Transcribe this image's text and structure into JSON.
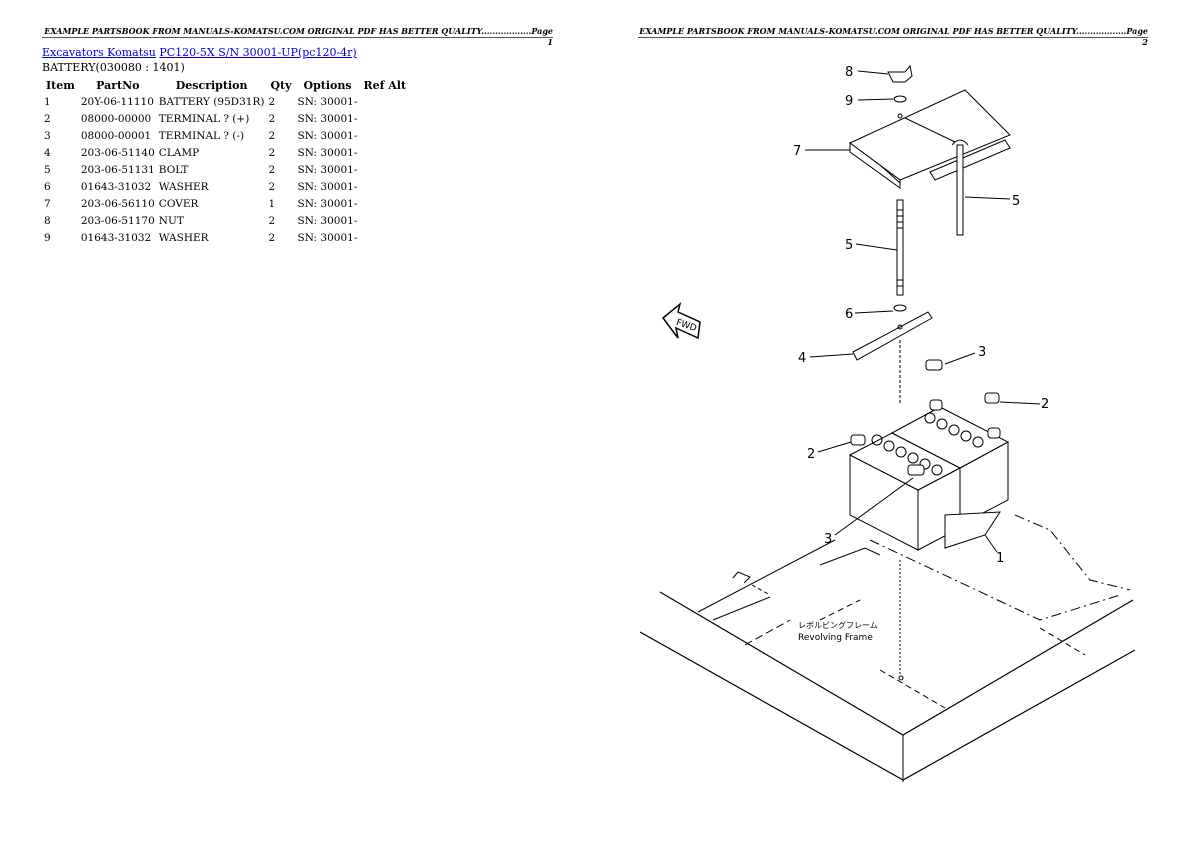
{
  "headers": {
    "left": "EXAMPLE PARTSBOOK FROM MANUALS-KOMATSU.COM ORIGINAL PDF HAS BETTER QUALITY..................Page 1",
    "right": "EXAMPLE PARTSBOOK FROM MANUALS-KOMATSU.COM ORIGINAL PDF HAS BETTER QUALITY..................Page 2"
  },
  "breadcrumb": {
    "link1": "Excavators Komatsu",
    "link2": "PC120-5X S/N 30001-UP(pc120-4r)"
  },
  "section_title": "BATTERY(030080 : 1401)",
  "table": {
    "columns": [
      "Item",
      "PartNo",
      "Description",
      "Qty",
      "Options",
      "Ref Alt"
    ],
    "rows": [
      {
        "item": "1",
        "part": "20Y-06-11110",
        "desc": "BATTERY (95D31R)",
        "qty": "2",
        "opt": "SN: 30001-",
        "ref": ""
      },
      {
        "item": "2",
        "part": "08000-00000",
        "desc": "TERMINAL ? (+)",
        "qty": "2",
        "opt": "SN: 30001-",
        "ref": ""
      },
      {
        "item": "3",
        "part": "08000-00001",
        "desc": "TERMINAL ? (-)",
        "qty": "2",
        "opt": "SN: 30001-",
        "ref": ""
      },
      {
        "item": "4",
        "part": "203-06-51140",
        "desc": "CLAMP",
        "qty": "2",
        "opt": "SN: 30001-",
        "ref": ""
      },
      {
        "item": "5",
        "part": "203-06-51131",
        "desc": "BOLT",
        "qty": "2",
        "opt": "SN: 30001-",
        "ref": ""
      },
      {
        "item": "6",
        "part": "01643-31032",
        "desc": "WASHER",
        "qty": "2",
        "opt": "SN: 30001-",
        "ref": ""
      },
      {
        "item": "7",
        "part": "203-06-56110",
        "desc": "COVER",
        "qty": "1",
        "opt": "SN: 30001-",
        "ref": ""
      },
      {
        "item": "8",
        "part": "203-06-51170",
        "desc": "NUT",
        "qty": "2",
        "opt": "SN: 30001-",
        "ref": ""
      },
      {
        "item": "9",
        "part": "01643-31032",
        "desc": "WASHER",
        "qty": "2",
        "opt": "SN: 30001-",
        "ref": ""
      }
    ]
  },
  "diagram": {
    "fwd": "FWD",
    "frame_jp": "レボルビングフレーム",
    "frame_en": "Revolving  Frame",
    "callouts": [
      "8",
      "9",
      "7",
      "5",
      "5",
      "6",
      "4",
      "3",
      "2",
      "2",
      "3",
      "1"
    ]
  }
}
